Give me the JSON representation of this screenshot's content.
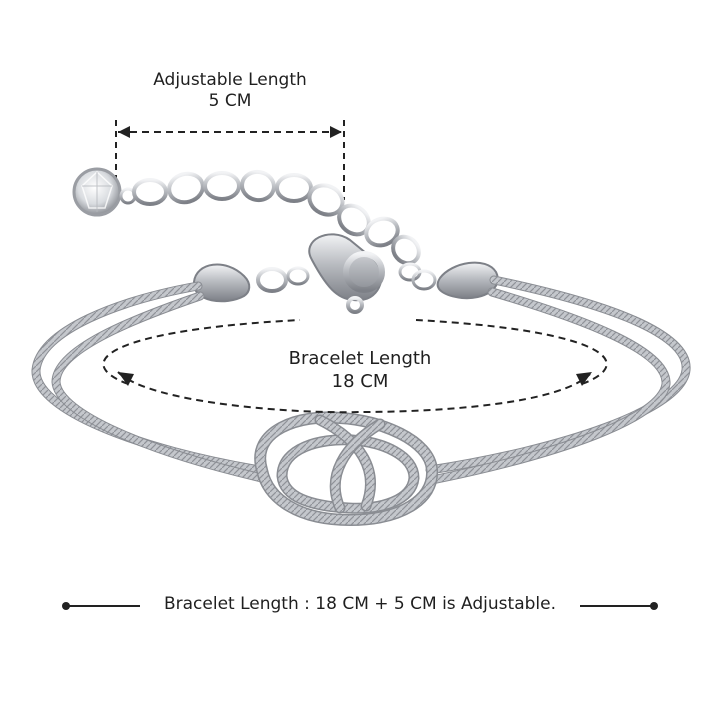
{
  "adjustable": {
    "title": "Adjustable Length",
    "value": "5 CM"
  },
  "bracelet": {
    "title": "Bracelet Length",
    "value": "18 CM"
  },
  "caption": "Bracelet Length : 18 CM + 5 CM is Adjustable.",
  "colors": {
    "text": "#1f1f1f",
    "metal": "#c9cbcf",
    "metal_dark": "#8a8d93",
    "background": "#ffffff"
  }
}
